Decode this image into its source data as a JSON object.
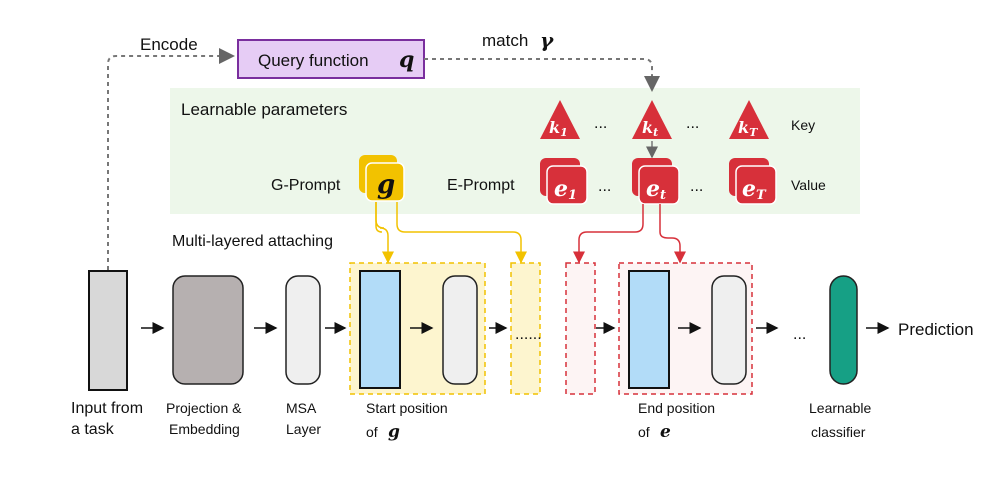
{
  "top": {
    "encode": "Encode",
    "query": "Query function",
    "query_sym": "q",
    "match": "match",
    "match_sym": "γ"
  },
  "params": {
    "title": "Learnable parameters",
    "key_label": "Key",
    "value_label": "Value",
    "gprompt_label": "G-Prompt",
    "eprompt_label": "E-Prompt",
    "g_sym": "g",
    "k1": "k",
    "k1_sub": "1",
    "kt": "k",
    "kt_sub": "t",
    "kT": "k",
    "kT_sub": "T",
    "e1": "e",
    "e1_sub": "1",
    "et": "e",
    "et_sub": "t",
    "eT": "e",
    "eT_sub": "T",
    "dots": "...",
    "dots_wide": "…"
  },
  "attach": "Multi-layered attaching",
  "pipeline": {
    "input_l1": "Input from",
    "input_l2": "a task",
    "proj_l1": "Projection &",
    "proj_l2": "Embedding",
    "msa_l1": "MSA",
    "msa_l2": "Layer",
    "start_l1": "Start position",
    "start_l2": "of",
    "start_sym": "g",
    "end_l1": "End position",
    "end_l2": "of",
    "end_sym": "e",
    "cls_l1": "Learnable",
    "cls_l2": "classifier",
    "prediction": "Prediction",
    "dots_mid": "......",
    "dots_end": "..."
  },
  "colors": {
    "query_fill": "#e6ccf5",
    "query_stroke": "#7a2e9e",
    "panel": "#edf7ea",
    "gold": "#f2c200",
    "red": "#d7303a",
    "blue": "#b2dcf8",
    "green": "#16a085"
  }
}
